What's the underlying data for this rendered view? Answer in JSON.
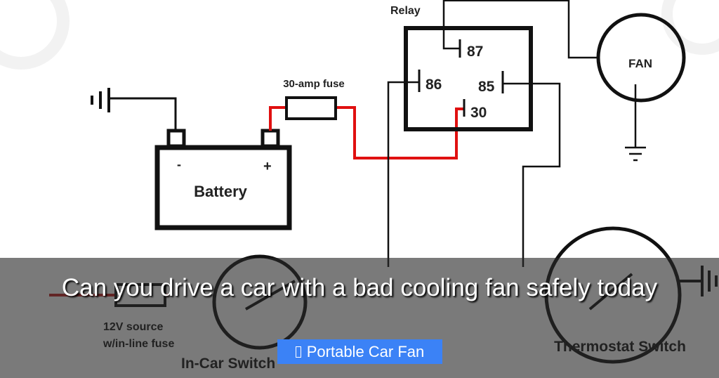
{
  "diagram": {
    "relay_label": "Relay",
    "fuse_label": "30-amp fuse",
    "battery_label": "Battery",
    "battery_minus": "-",
    "battery_plus": "+",
    "pin_87": "87",
    "pin_86": "86",
    "pin_85": "85",
    "pin_30": "30",
    "fan_label": "FAN",
    "source_line1": "12V source",
    "source_line2": "w/in-line fuse",
    "in_car_switch": "In-Car Switch",
    "thermostat_switch": "Thermostat Switch",
    "colors": {
      "power_wire": "#e01010",
      "wire": "#111111"
    }
  },
  "caption": {
    "title": "Can you drive a car with a bad cooling fan safely today",
    "tag_icon": "missing-glyph-icon",
    "tag_label": "Portable Car Fan",
    "tag_color": "#3b82f6"
  }
}
